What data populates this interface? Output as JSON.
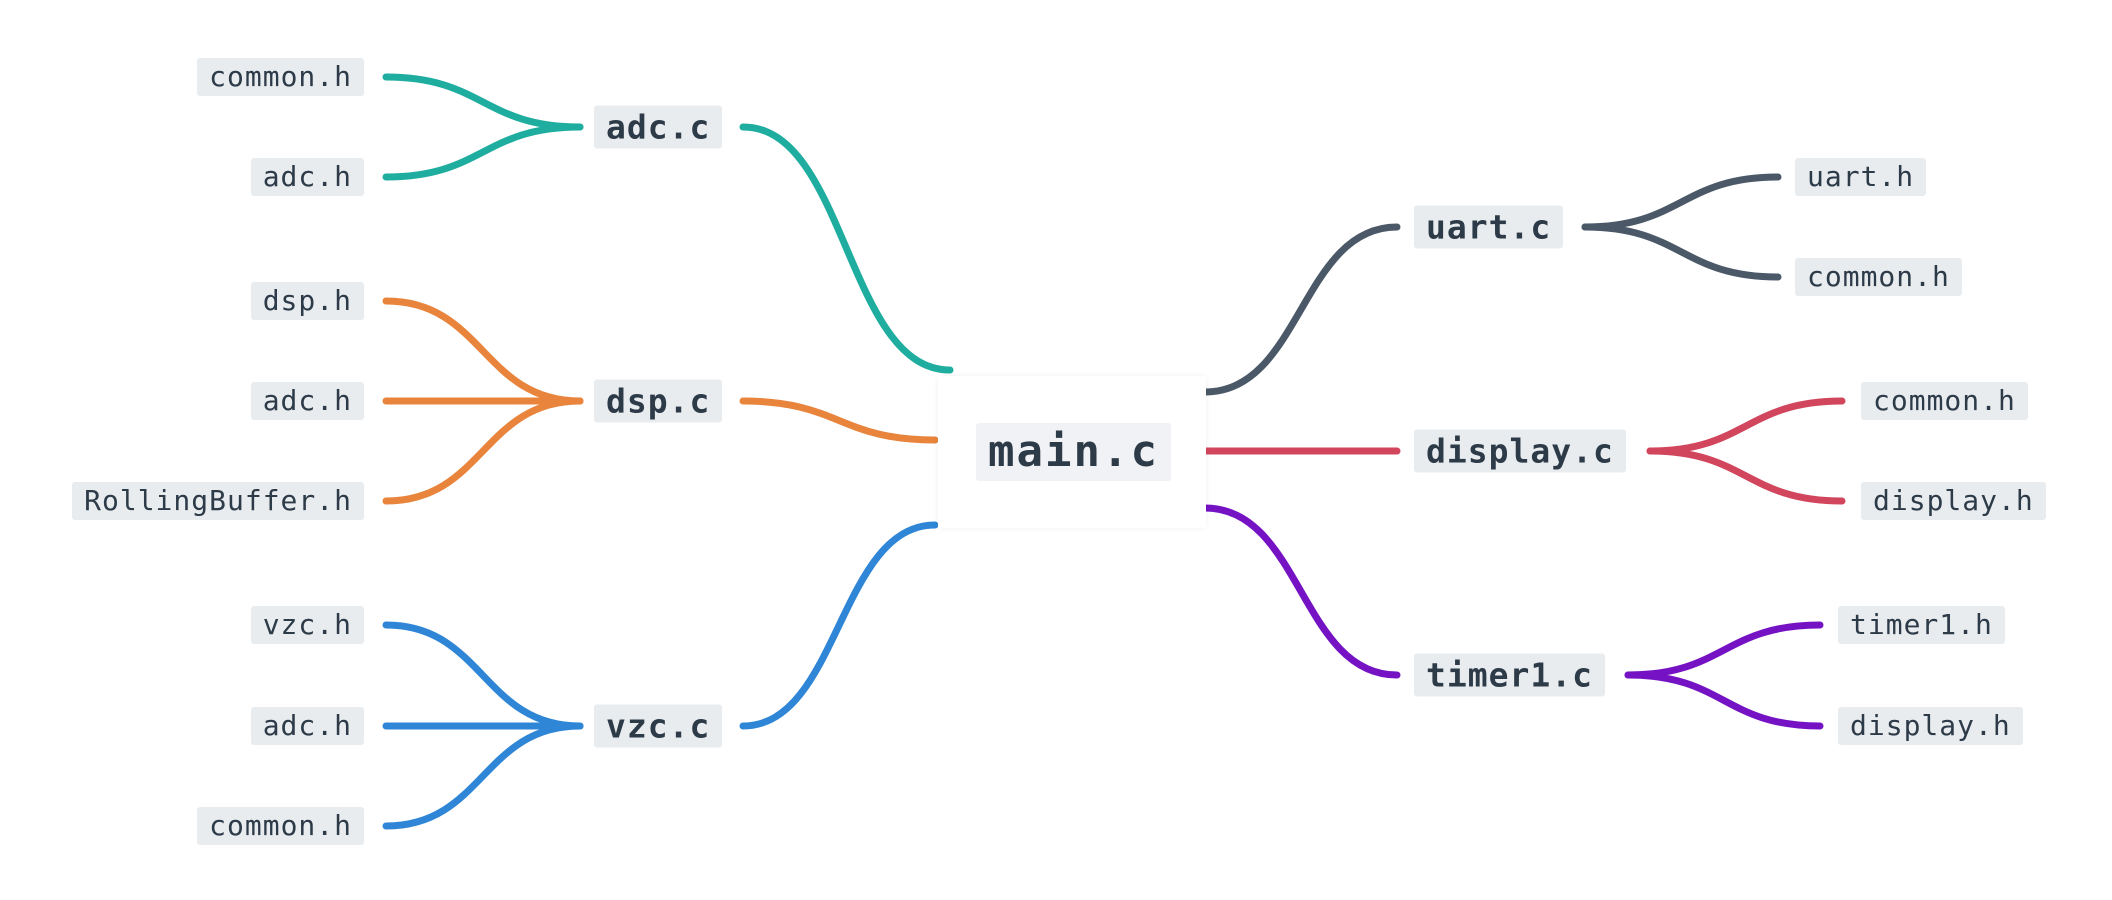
{
  "root": {
    "label": "main.c",
    "color": "#f0f2f5"
  },
  "branches": [
    {
      "side": "left",
      "label": "adc.c",
      "color": "#1fada0",
      "children": [
        "common.h",
        "adc.h"
      ]
    },
    {
      "side": "left",
      "label": "dsp.c",
      "color": "#e8843c",
      "children": [
        "dsp.h",
        "adc.h",
        "RollingBuffer.h"
      ]
    },
    {
      "side": "left",
      "label": "vzc.c",
      "color": "#2f86d6",
      "children": [
        "vzc.h",
        "adc.h",
        "common.h"
      ]
    },
    {
      "side": "right",
      "label": "uart.c",
      "color": "#4a5868",
      "children": [
        "uart.h",
        "common.h"
      ]
    },
    {
      "side": "right",
      "label": "display.c",
      "color": "#d2465d",
      "children": [
        "common.h",
        "display.h"
      ]
    },
    {
      "side": "right",
      "label": "timer1.c",
      "color": "#7512c4",
      "children": [
        "timer1.h",
        "display.h"
      ]
    }
  ]
}
